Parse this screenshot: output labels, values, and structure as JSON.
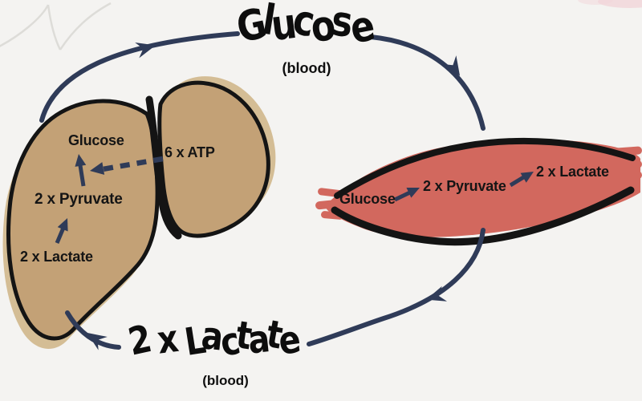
{
  "title_top": {
    "text": "Glucose",
    "subtext": "(blood)"
  },
  "title_bottom": {
    "text": "2 x Lactate",
    "subtext": "(blood)"
  },
  "liver": {
    "organ": "liver",
    "labels": {
      "glucose": "Glucose",
      "atp": "6 x ATP",
      "pyruvate": "2 x Pyruvate",
      "lactate": "2 x Lactate"
    }
  },
  "muscle": {
    "organ": "muscle",
    "labels": {
      "glucose": "Glucose",
      "pyruvate": "2 x Pyruvate",
      "lactate": "2 x Lactate"
    }
  },
  "colors": {
    "background": "#f4f3f1",
    "liver_fill": "#c3a176",
    "liver_shadow": "#d4bd95",
    "muscle_fill": "#d2685e",
    "arrow_navy": "#2f3b58",
    "outline_black": "#141414"
  }
}
